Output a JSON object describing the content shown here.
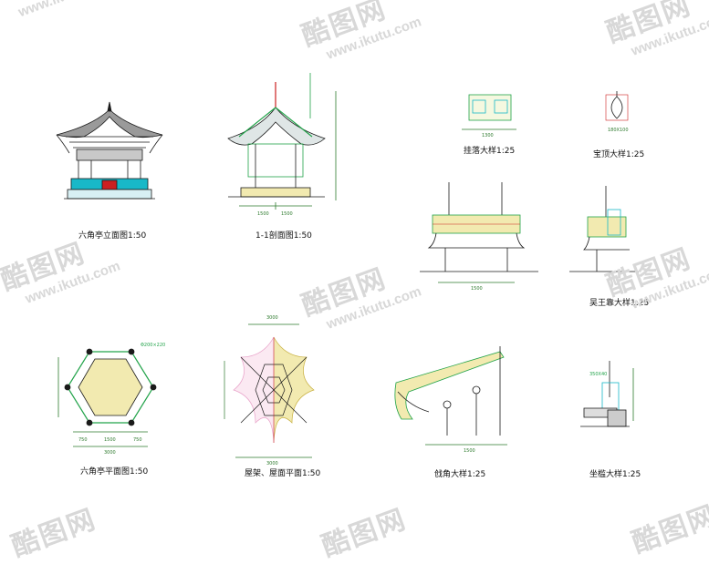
{
  "colors": {
    "line": "#1a1a1a",
    "green": "#22a34a",
    "cyan": "#18b8c8",
    "yellow": "#f2eab0",
    "pink": "#e8a0c8",
    "red": "#cc2020",
    "dim": "#2d7a2d"
  },
  "captions": {
    "elevation": "六角亭立面图1:50",
    "section": "1-1剖面图1:50",
    "hanging": "挂落大样1:25",
    "finial": "宝顶大样1:25",
    "wuwangkao": "吴王靠大样1:25",
    "plan": "六角亭平面图1:50",
    "roof_plan": "屋架、屋面平面1:50",
    "corner": "戗角大样1:25",
    "bench": "坐槛大样1:25"
  },
  "dims": {
    "sec_w1": "1500",
    "sec_w2": "1500",
    "plan_total": "3000",
    "plan_mid": "1500",
    "plan_side1": "750",
    "plan_side2": "750",
    "plan_post": "Φ200×220",
    "roof_total": "3000",
    "roof_top": "3000",
    "hang_w": "1300",
    "finial_sz": "180X100",
    "wu_w": "1500",
    "corner_w": "1500",
    "bench_sz": "350X40"
  },
  "watermark": {
    "logo": "酷图网",
    "url": "www.ikutu.com"
  }
}
